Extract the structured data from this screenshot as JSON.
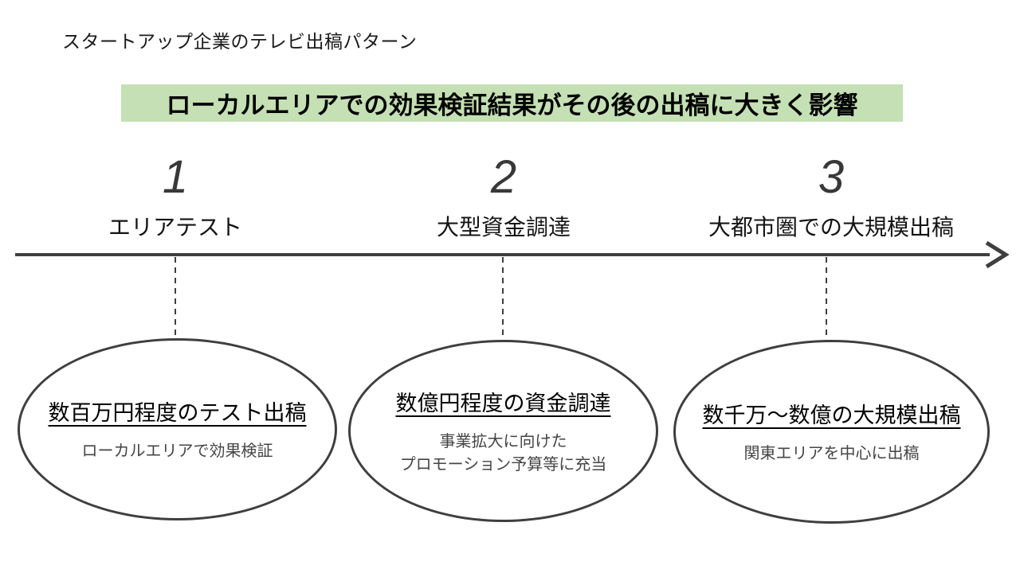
{
  "page": {
    "title": "スタートアップ企業のテレビ出稿パターン",
    "banner": "ローカルエリアでの効果検証結果がその後の出稿に大きく影響"
  },
  "colors": {
    "banner_bg": "#c5e0b4",
    "line": "#3f3f3f",
    "title_text": "#1a1a1a",
    "bubble_title_text": "#000000",
    "bubble_sub_text": "#454545"
  },
  "steps": [
    {
      "number": "1",
      "label": "エリアテスト",
      "bubble_title": "数百万円程度のテスト出稿",
      "bubble_lines": [
        "ローカルエリアで効果検証"
      ]
    },
    {
      "number": "2",
      "label": "大型資金調達",
      "bubble_title": "数億円程度の資金調達",
      "bubble_lines": [
        "事業拡大に向けた",
        "プロモーション予算等に充当"
      ]
    },
    {
      "number": "3",
      "label": "大都市圏での大規模出稿",
      "bubble_title": "数千万～数億の大規模出稿",
      "bubble_lines": [
        "関東エリアを中心に出稿"
      ]
    }
  ]
}
